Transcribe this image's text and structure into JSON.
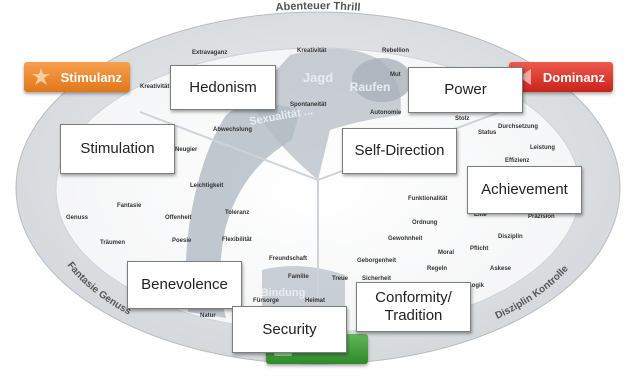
{
  "ring_labels": {
    "top": "Abenteuer Thrill",
    "bottom_left": "Fantasie Genuss",
    "bottom_right": "Disziplin Kontrolle"
  },
  "inner_labels": {
    "jagd": "Jagd",
    "raufen": "Raufen",
    "sexualitaet": "Sexualität ...",
    "bindung": "Bindung"
  },
  "corner_tabs": {
    "stimulanz": "Stimulanz",
    "dominanz": "Dominanz"
  },
  "value_boxes": [
    {
      "id": "hedonism",
      "label": "Hedonism"
    },
    {
      "id": "power",
      "label": "Power"
    },
    {
      "id": "stimulation",
      "label": "Stimulation"
    },
    {
      "id": "self-direction",
      "label": "Self-Direction"
    },
    {
      "id": "achievement",
      "label": "Achievement"
    },
    {
      "id": "benevolence",
      "label": "Benevolence"
    },
    {
      "id": "conformity",
      "label": "Conformity/ Tradition"
    },
    {
      "id": "security",
      "label": "Security"
    }
  ],
  "words": [
    "Extravaganz",
    "Kreativität",
    "Rebellion",
    "Mut",
    "Kreativität",
    "Spontaneität",
    "Autonomie",
    "Abwechslung",
    "Stolz",
    "Status",
    "Durchsetzung",
    "Leistung",
    "Effizienz",
    "Neugier",
    "Leichtigkeit",
    "Fantasie",
    "Offenheit",
    "Toleranz",
    "Genuss",
    "Träumen",
    "Poesie",
    "Flexibilität",
    "Funktionalität",
    "Ordnung",
    "Gewohnheit",
    "Moral",
    "Regeln",
    "Elite",
    "Präzision",
    "Disziplin",
    "Pflicht",
    "Askese",
    "Freundschaft",
    "Familie",
    "Treue",
    "Sicherheit",
    "Geborgenheit",
    "Heimat",
    "Natur",
    "Fürsorge",
    "Logik"
  ]
}
